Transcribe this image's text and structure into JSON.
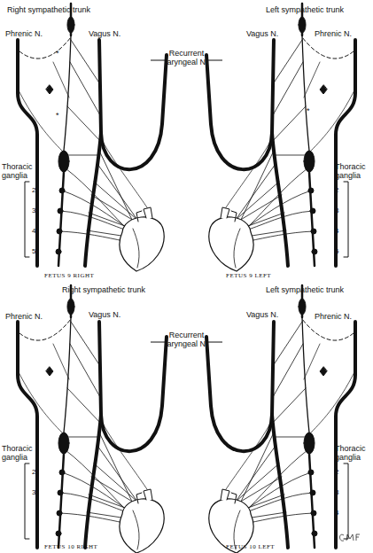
{
  "diagram": {
    "labels": [
      "Right sympathetic trunk",
      "Phrenic N.",
      "Vagus N.",
      "*",
      "*",
      "Recurrent laryngeal N.",
      "Vagus N.",
      "Left sympathetic trunk",
      "Phrenic N.",
      "*",
      "Thoracic ganglia",
      "2",
      "3",
      "4",
      "5",
      "Thoracic ganglia",
      "2",
      "3",
      "4",
      "5",
      "FETUS 9 RIGHT",
      "FETUS 9 LEFT",
      "Right sympathetic trunk",
      "Left sympathetic trunk",
      "Phrenic N.",
      "Vagus N.",
      "Recurrent laryngeal N.",
      "Vagus N.",
      "Phrenic N.",
      "Thoracic ganglia",
      "2",
      "3",
      "Thoracic ganglia",
      "2",
      "3",
      "4",
      "FETUS 10 RIGHT",
      "FETUS 10 LEFT"
    ]
  }
}
